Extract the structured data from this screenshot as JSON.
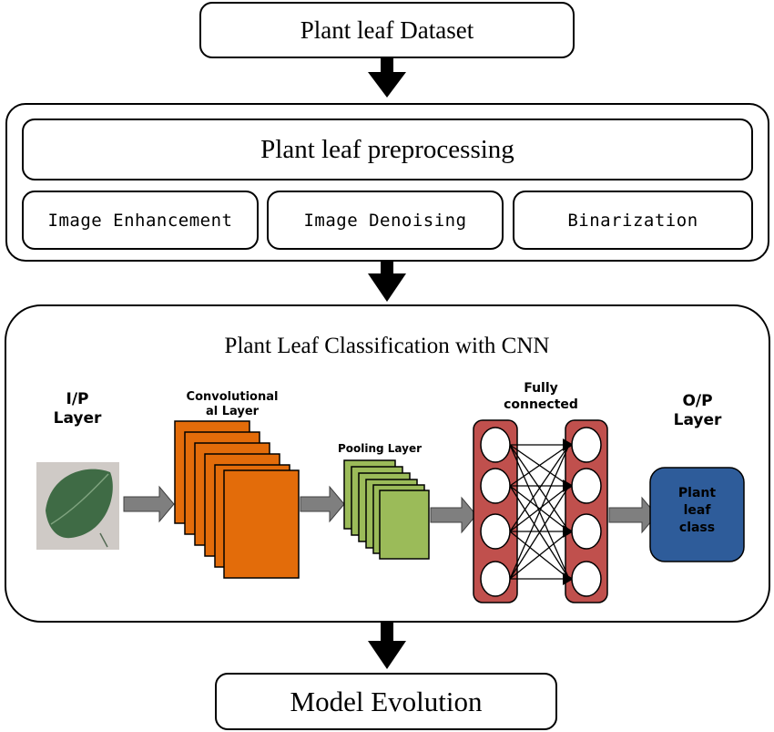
{
  "dataset": {
    "label": "Plant leaf Dataset"
  },
  "preprocessing": {
    "title": "Plant leaf preprocessing",
    "steps": [
      "Image Enhancement",
      "Image Denoising",
      "Binarization"
    ]
  },
  "cnn": {
    "title": "Plant Leaf Classification with CNN",
    "input_layer": {
      "line1": "I/P",
      "line2": "Layer"
    },
    "conv_layer": {
      "line1": "Convolutional",
      "line2": "al Layer"
    },
    "pooling_layer": {
      "label": "Pooling Layer"
    },
    "fully_connected": {
      "line1": "Fully",
      "line2": "connected"
    },
    "output_layer": {
      "line1": "O/P",
      "line2": "Layer"
    },
    "output_box": {
      "line1": "Plant",
      "line2": "leaf",
      "line3": "class"
    }
  },
  "final": {
    "label": "Model Evolution"
  },
  "colors": {
    "conv": "#E36C0A",
    "pool": "#9BBB59",
    "fc": "#C0504D",
    "output": "#2E5C9A",
    "arrow_gray": "#7F7F7F",
    "leaf": "#3F6B45"
  },
  "icons": {
    "input_image": "leaf-image"
  }
}
